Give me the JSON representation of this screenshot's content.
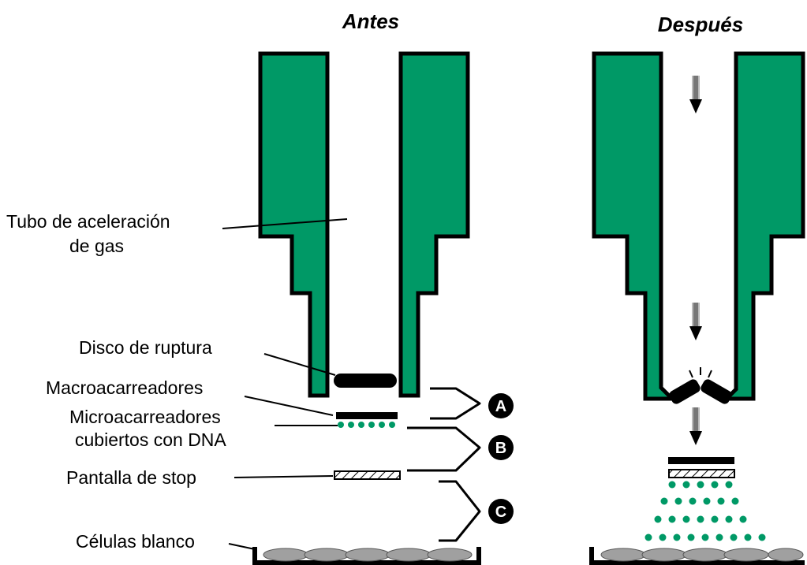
{
  "headings": {
    "before": "Antes",
    "after": "Después"
  },
  "labels": {
    "tube_line1": "Tubo de aceleración",
    "tube_line2": "de gas",
    "rupture_disk": "Disco de ruptura",
    "macrocarriers": "Macroacarreadores",
    "microcarriers_line1": "Microacarreadores",
    "microcarriers_line2": "cubiertos con DNA",
    "stop_screen": "Pantalla de stop",
    "target_cells": "Células blanco"
  },
  "badges": {
    "a": "A",
    "b": "B",
    "c": "C"
  },
  "colors": {
    "tube_green": "#009966",
    "outline": "#000000",
    "cell_gray": "#a0a0a0",
    "particle_green": "#009966"
  }
}
